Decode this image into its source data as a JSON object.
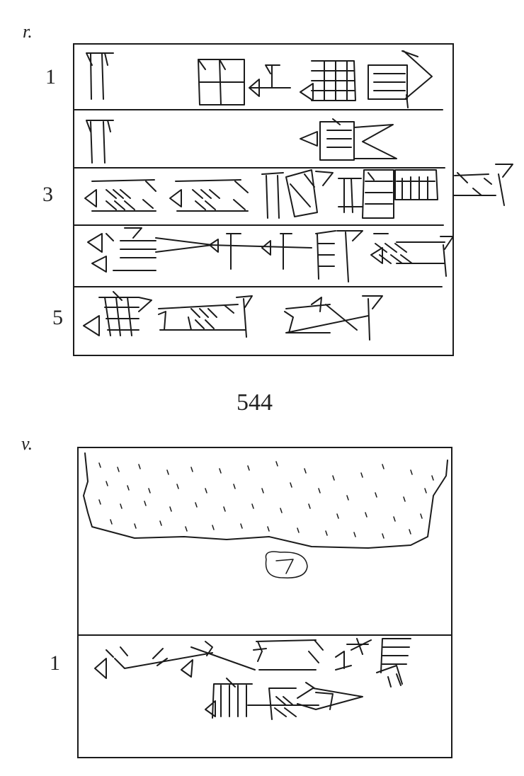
{
  "document": {
    "tablet_number": "544",
    "obverse": {
      "side_label": "r.",
      "line_numbers": [
        "1",
        "3",
        "5"
      ]
    },
    "reverse": {
      "side_label": "v.",
      "line_numbers": [
        "1"
      ]
    }
  },
  "icons": [
    "cuneiform-sign-icon",
    "damaged-area-icon"
  ]
}
